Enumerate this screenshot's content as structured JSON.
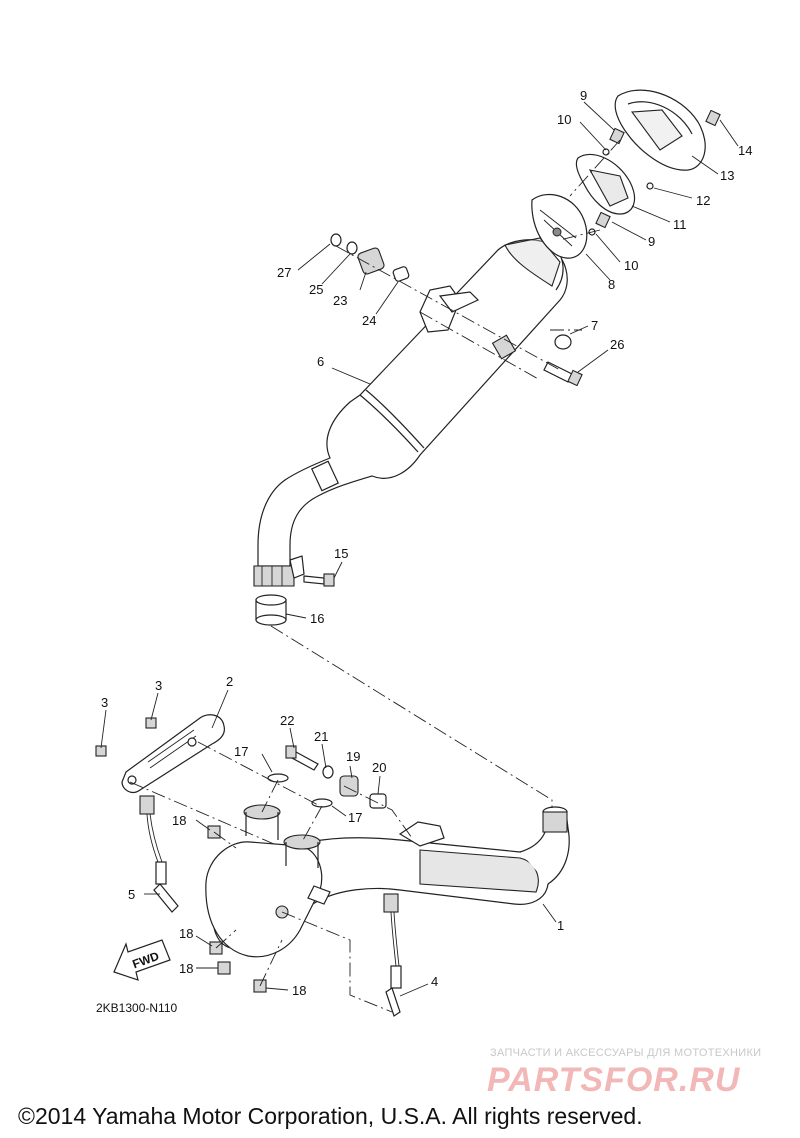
{
  "diagram_code": "2KB1300-N110",
  "fwd_label": "FWD",
  "watermark": {
    "tagline": "ЗАПЧАСТИ И АКСЕССУАРЫ ДЛЯ МОТОТЕХНИКИ",
    "brand": "PARTSFOR.RU"
  },
  "copyright": "©2014 Yamaha Motor Corporation, U.S.A. All rights reserved.",
  "callouts": [
    {
      "id": "c1",
      "label": "1"
    },
    {
      "id": "c2",
      "label": "2"
    },
    {
      "id": "c3a",
      "label": "3"
    },
    {
      "id": "c3b",
      "label": "3"
    },
    {
      "id": "c4",
      "label": "4"
    },
    {
      "id": "c5",
      "label": "5"
    },
    {
      "id": "c6",
      "label": "6"
    },
    {
      "id": "c7",
      "label": "7"
    },
    {
      "id": "c8",
      "label": "8"
    },
    {
      "id": "c9a",
      "label": "9"
    },
    {
      "id": "c9b",
      "label": "9"
    },
    {
      "id": "c10a",
      "label": "10"
    },
    {
      "id": "c10b",
      "label": "10"
    },
    {
      "id": "c11",
      "label": "11"
    },
    {
      "id": "c12",
      "label": "12"
    },
    {
      "id": "c13",
      "label": "13"
    },
    {
      "id": "c14",
      "label": "14"
    },
    {
      "id": "c15",
      "label": "15"
    },
    {
      "id": "c16",
      "label": "16"
    },
    {
      "id": "c17a",
      "label": "17"
    },
    {
      "id": "c17b",
      "label": "17"
    },
    {
      "id": "c18a",
      "label": "18"
    },
    {
      "id": "c18b",
      "label": "18"
    },
    {
      "id": "c18c",
      "label": "18"
    },
    {
      "id": "c18d",
      "label": "18"
    },
    {
      "id": "c19",
      "label": "19"
    },
    {
      "id": "c20",
      "label": "20"
    },
    {
      "id": "c21",
      "label": "21"
    },
    {
      "id": "c22",
      "label": "22"
    },
    {
      "id": "c23",
      "label": "23"
    },
    {
      "id": "c24",
      "label": "24"
    },
    {
      "id": "c25",
      "label": "25"
    },
    {
      "id": "c26",
      "label": "26"
    },
    {
      "id": "c27",
      "label": "27"
    }
  ]
}
